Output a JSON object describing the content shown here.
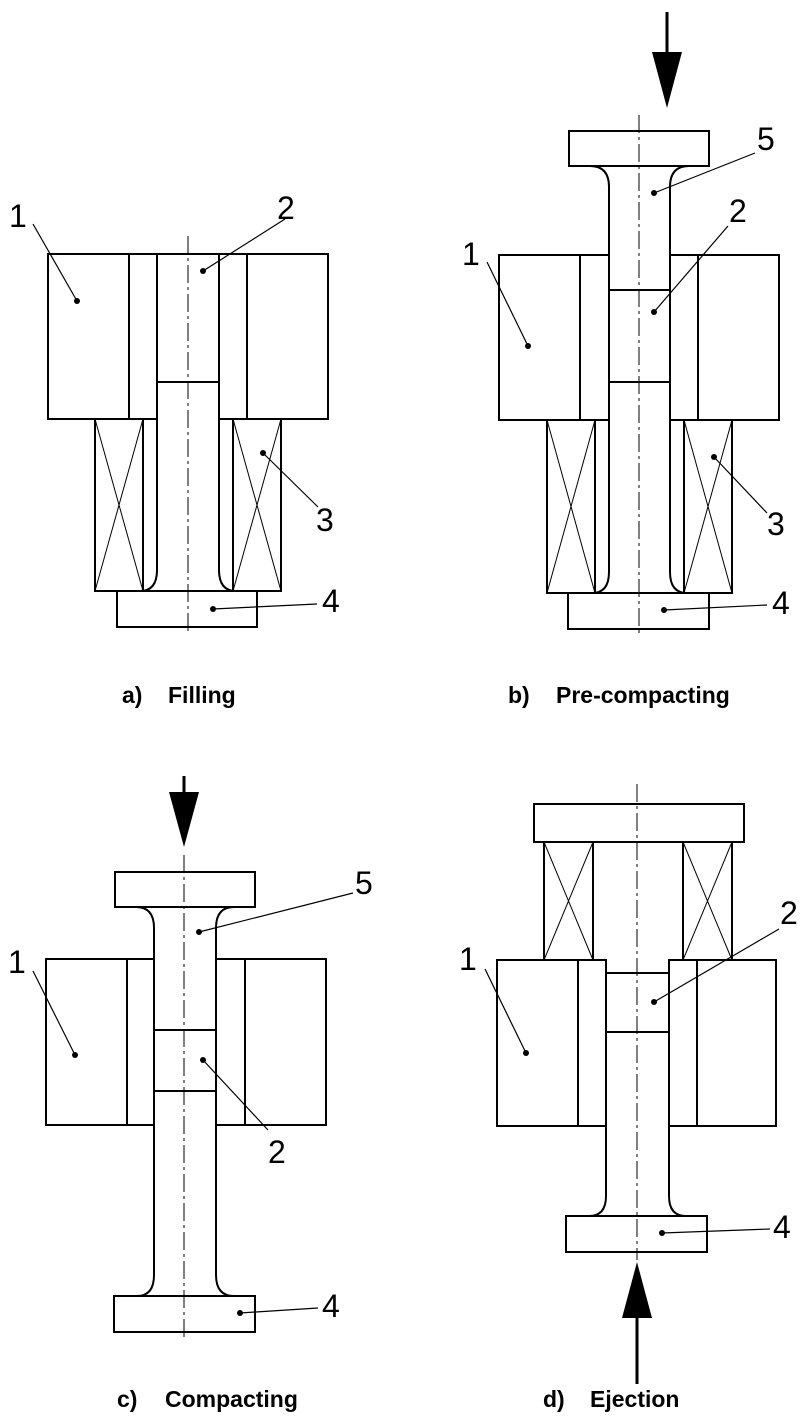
{
  "panels": [
    {
      "caption_letter": "a)",
      "caption_text": "Filling",
      "labels": {
        "die": "1",
        "powder": "2",
        "lower_support": "3",
        "lower_punch": "4"
      }
    },
    {
      "caption_letter": "b)",
      "caption_text": "Pre-compacting",
      "labels": {
        "die": "1",
        "powder": "2",
        "lower_support": "3",
        "lower_punch": "4",
        "upper_punch": "5"
      }
    },
    {
      "caption_letter": "c)",
      "caption_text": "Compacting",
      "labels": {
        "die": "1",
        "powder": "2",
        "lower_punch": "4",
        "upper_punch": "5"
      }
    },
    {
      "caption_letter": "d)",
      "caption_text": "Ejection",
      "labels": {
        "die": "1",
        "powder": "2",
        "lower_punch": "4"
      }
    }
  ],
  "colors": {
    "line": "#000000",
    "background": "#ffffff"
  }
}
